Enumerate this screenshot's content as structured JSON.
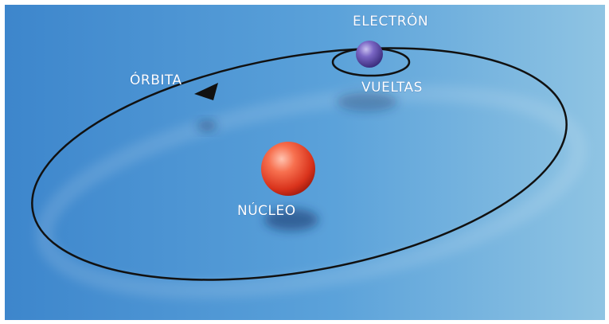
{
  "labels": {
    "electron": "ELECTRÓN",
    "orbit": "ÓRBITA",
    "spins": "VUELTAS",
    "nucleus": "NÚCLEO"
  },
  "colors": {
    "background_left": "#3d86cc",
    "background_right": "#8fc4e3",
    "orbit_line": "#111111",
    "nucleus": "#e8442a",
    "electron": "#5b4aa6",
    "label_text": "#ffffff"
  }
}
